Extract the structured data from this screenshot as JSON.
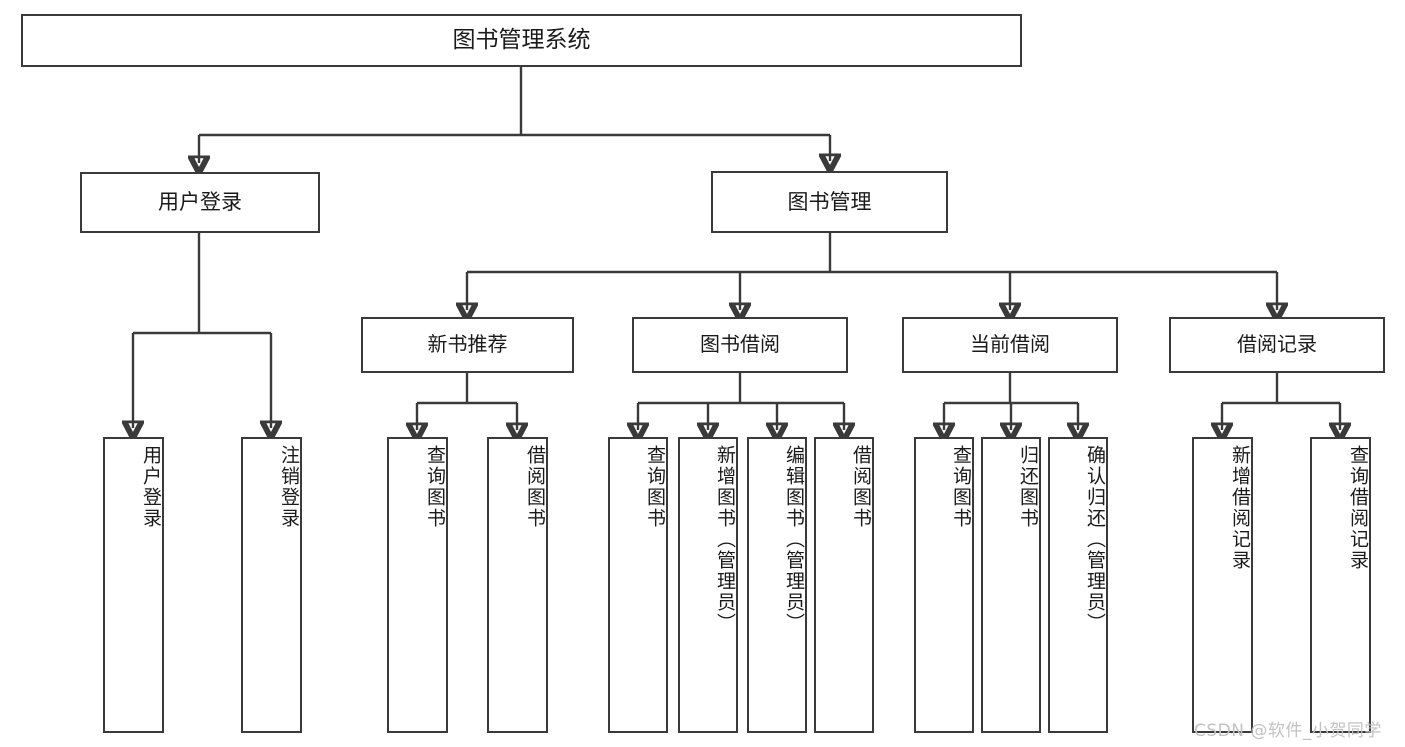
{
  "diagram": {
    "type": "hierarchy-tree",
    "title_node": {
      "label": "图书管理系统"
    },
    "level2": [
      {
        "id": "user-login",
        "label": "用户登录"
      },
      {
        "id": "book-management",
        "label": "图书管理"
      }
    ],
    "level3": [
      {
        "id": "new-book-recommend",
        "label": "新书推荐",
        "parent": "book-management"
      },
      {
        "id": "book-borrow",
        "label": "图书借阅",
        "parent": "book-management"
      },
      {
        "id": "current-borrow",
        "label": "当前借阅",
        "parent": "book-management"
      },
      {
        "id": "borrow-record",
        "label": "借阅记录",
        "parent": "book-management"
      }
    ],
    "leaves": {
      "user-login": [
        {
          "id": "leaf-user-login",
          "label": "用户登录"
        },
        {
          "id": "leaf-user-logout",
          "label": "注销登录"
        }
      ],
      "new-book-recommend": [
        {
          "id": "leaf-query-book-1",
          "label": "查询图书"
        },
        {
          "id": "leaf-borrow-book-1",
          "label": "借阅图书"
        }
      ],
      "book-borrow": [
        {
          "id": "leaf-query-book-2",
          "label": "查询图书"
        },
        {
          "id": "leaf-add-book",
          "label": "新增图书（管理员）"
        },
        {
          "id": "leaf-edit-book",
          "label": "编辑图书（管理员）"
        },
        {
          "id": "leaf-borrow-book-2",
          "label": "借阅图书"
        }
      ],
      "current-borrow": [
        {
          "id": "leaf-query-book-3",
          "label": "查询图书"
        },
        {
          "id": "leaf-return-book",
          "label": "归还图书"
        },
        {
          "id": "leaf-confirm-return",
          "label": "确认归还（管理员）"
        }
      ],
      "borrow-record": [
        {
          "id": "leaf-add-record",
          "label": "新增借阅记录"
        },
        {
          "id": "leaf-query-record",
          "label": "查询借阅记录"
        }
      ]
    },
    "watermark": "CSDN @软件_小贺同学",
    "colors": {
      "stroke": "#3a3a3a",
      "text": "#1a1a1a",
      "background": "#ffffff",
      "watermark": "#c2c2c2"
    }
  }
}
